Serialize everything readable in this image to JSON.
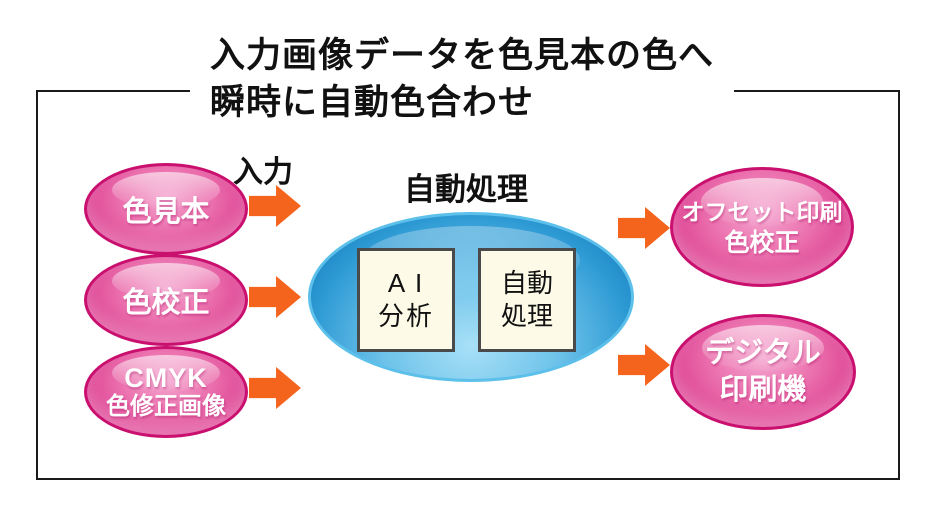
{
  "title": {
    "line1": "入力画像データを色見本の色へ",
    "line2": "瞬時に自動色合わせ"
  },
  "flow": {
    "input_caption": "入力",
    "process_caption": "自動処理"
  },
  "inputs": [
    {
      "lines": [
        "色見本"
      ]
    },
    {
      "lines": [
        "色校正"
      ]
    },
    {
      "lines": [
        "CMYK",
        "色修正画像"
      ]
    }
  ],
  "process_steps": [
    {
      "lines": [
        "A I",
        "分析"
      ]
    },
    {
      "lines": [
        "自動",
        "処理"
      ]
    }
  ],
  "outputs": [
    {
      "lines": [
        "オフセット印刷",
        "色校正"
      ]
    },
    {
      "lines": [
        "デジタル",
        "印刷機"
      ]
    }
  ],
  "colors": {
    "pink_node": "#e2509c",
    "pink_border": "#c9106f",
    "blue_node": "#3aa3d8",
    "blue_border": "#5cc0ea",
    "arrow_orange": "#f5641d",
    "step_box_bg": "#fdfbe8",
    "step_box_border": "#4a4a4a",
    "frame_border": "#1a1a1a",
    "title_text": "#111111",
    "node_text": "#ffffff"
  }
}
